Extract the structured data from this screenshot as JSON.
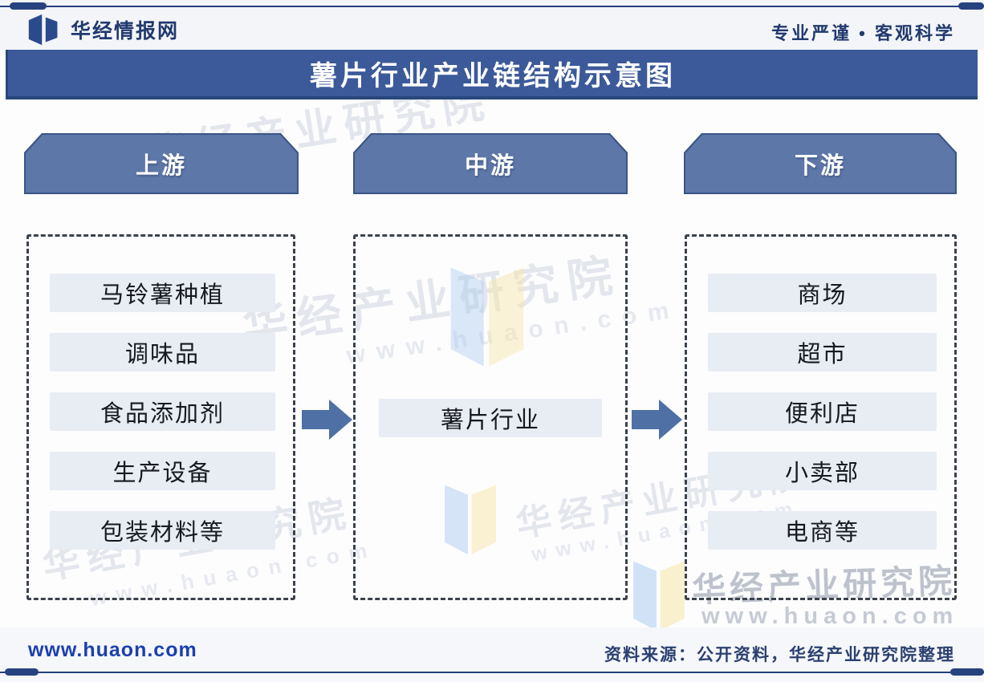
{
  "header": {
    "brand": "华经情报网",
    "slogan": "专业严谨 • 客观科学"
  },
  "title_bar": {
    "title": "薯片行业产业链结构示意图"
  },
  "diagram": {
    "columns": [
      {
        "header": "上游",
        "items": [
          "马铃薯种植",
          "调味品",
          "食品添加剂",
          "生产设备",
          "包装材料等"
        ]
      },
      {
        "header": "中游",
        "items": [
          "薯片行业"
        ]
      },
      {
        "header": "下游",
        "items": [
          "商场",
          "超市",
          "便利店",
          "小卖部",
          "电商等"
        ]
      }
    ]
  },
  "footer": {
    "url": "www.huaon.com",
    "source": "资料来源：公开资料，华经产业研究院整理"
  },
  "watermark": {
    "cn": "华经产业研究院",
    "url": "www.huaon.com"
  },
  "colors": {
    "title_bar": "#3c5a99",
    "column_header": "#5d77a8",
    "arrow": "#4e70a4",
    "item_box": "#e8ecf3",
    "navy_text": "#21396f",
    "link_blue": "#1b3fae",
    "dash_border": "#3c424c",
    "wm_blue_shape": "#aecdf0",
    "wm_yellow_shape": "#f7e6a8"
  }
}
